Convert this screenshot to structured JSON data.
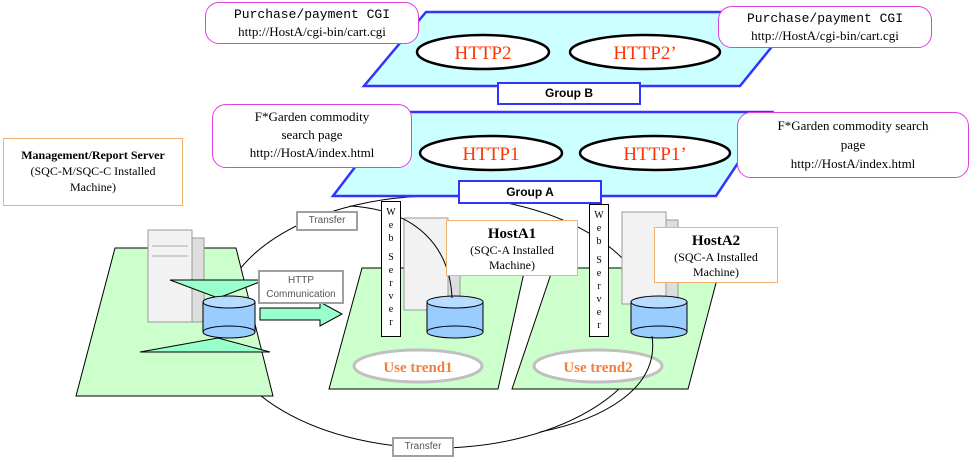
{
  "group_b": {
    "label": "Group B",
    "left_node": "HTTP2",
    "right_node": "HTTP2’",
    "left_callout": {
      "line1": "Purchase/payment CGI",
      "line2": "http://HostA/cgi-bin/cart.cgi"
    },
    "right_callout": {
      "line1": "Purchase/payment CGI",
      "line2": "http://HostA/cgi-bin/cart.cgi"
    }
  },
  "group_a": {
    "label": "Group A",
    "left_node": "HTTP1",
    "right_node": "HTTP1’",
    "left_callout": {
      "line1": "F*Garden commodity",
      "line2": "search page",
      "line3": "http://HostA/index.html"
    },
    "right_callout": {
      "line1": "F*Garden commodity search",
      "line2": "page",
      "line3": "http://HostA/index.html"
    }
  },
  "management_server": {
    "title": "Management/Report Server",
    "line2": "(SQC-M/SQC-C Installed",
    "line3": "Machine)"
  },
  "host_a1": {
    "name": "HostA1",
    "line2": "(SQC-A Installed",
    "line3": "Machine)",
    "web_server": [
      "W",
      "e",
      "b",
      "S",
      "e",
      "r",
      "v",
      "e",
      "r"
    ],
    "trend": "Use trend1"
  },
  "host_a2": {
    "name": "HostA2",
    "line2": "(SQC-A Installed",
    "line3": "Machine)",
    "web_server": [
      "W",
      "e",
      "b",
      "S",
      "e",
      "r",
      "v",
      "e",
      "r"
    ],
    "trend": "Use trend2"
  },
  "transfer_top": "Transfer",
  "transfer_bottom": "Transfer",
  "http_comm": {
    "line1": "HTTP",
    "line2": "Communication"
  },
  "colors": {
    "plane": "#ccffff",
    "plane_border": "#3333ff",
    "node_text": "#ff3300",
    "trend_text": "#f08040",
    "floor": "#ccffcc",
    "db_fill": "#99ccff",
    "arrow": "#99ffcc"
  }
}
